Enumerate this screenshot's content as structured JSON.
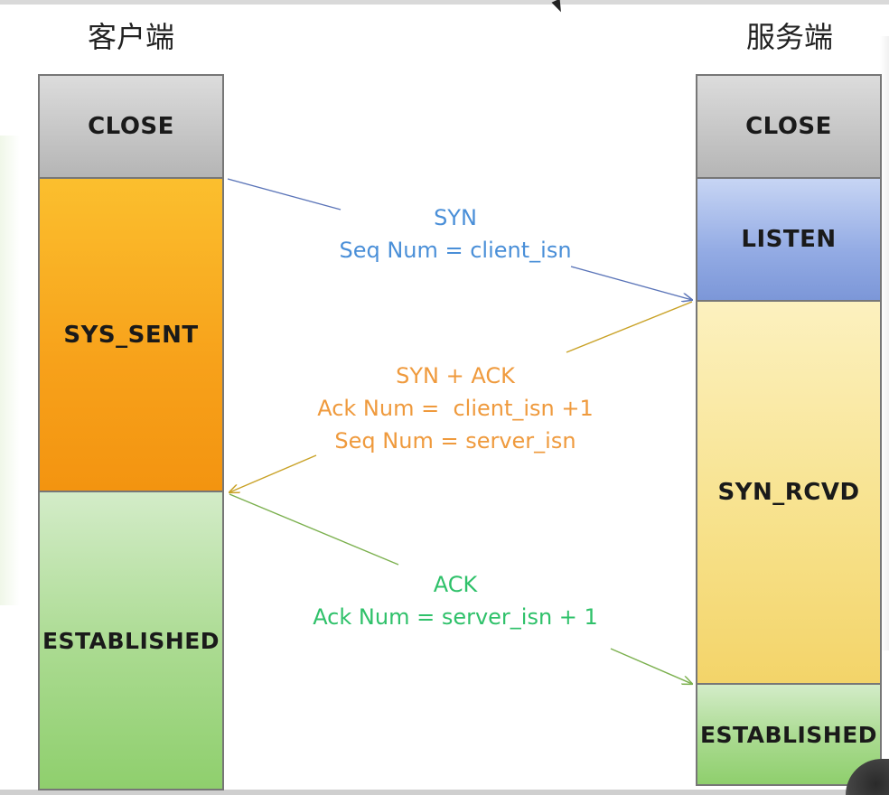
{
  "headers": {
    "client": "客户端",
    "server": "服务端"
  },
  "client_states": [
    {
      "label": "CLOSE",
      "color": "#c8c8c8"
    },
    {
      "label": "SYS_SENT",
      "color": "#f7a11a"
    },
    {
      "label": "ESTABLISHED",
      "color": "#a9da8f"
    }
  ],
  "server_states": [
    {
      "label": "CLOSE",
      "color": "#c8c8c8"
    },
    {
      "label": "LISTEN",
      "color": "#93abe4"
    },
    {
      "label": "SYN_RCVD",
      "color": "#f7e18a"
    },
    {
      "label": "ESTABLISHED",
      "color": "#a9da8f"
    }
  ],
  "messages": {
    "syn": {
      "lines": [
        "SYN",
        "Seq Num = client_isn"
      ],
      "color": "#4a8fd8",
      "direction": "client-to-server"
    },
    "syn_ack": {
      "lines": [
        "SYN + ACK",
        "Ack Num =  client_isn +1",
        "Seq Num = server_isn"
      ],
      "color": "#ef9a3d",
      "direction": "server-to-client"
    },
    "ack": {
      "lines": [
        "ACK",
        "Ack Num = server_isn + 1"
      ],
      "color": "#2fc16a",
      "direction": "client-to-server"
    }
  }
}
